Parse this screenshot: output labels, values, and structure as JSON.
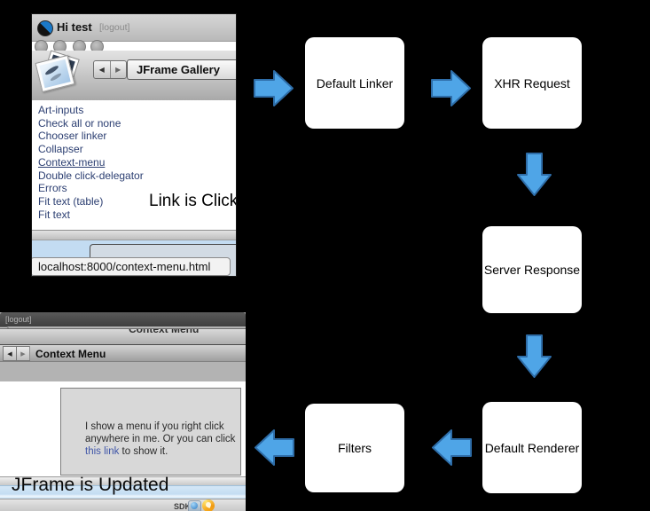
{
  "diagram": {
    "flow_boxes": [
      {
        "label": "Default Linker"
      },
      {
        "label": "XHR Request"
      },
      {
        "label": "Server Response"
      },
      {
        "label": "Default Renderer"
      },
      {
        "label": "Filters"
      }
    ],
    "link_clicked_label": "Link is Click",
    "jframe_updated_label": "JFrame is Updated",
    "colors": {
      "background": "#000000",
      "box_bg": "#ffffff",
      "box_text": "#000000",
      "arrow_fill": "#4fa5e7",
      "arrow_stroke": "#2e6da8"
    }
  },
  "top_browser": {
    "title": "Hi test",
    "logout_label": "[logout]",
    "back_glyph": "◀",
    "forward_glyph": "▶",
    "gallery_title": "JFrame Gallery",
    "links": [
      "Art-inputs",
      "Check all or none",
      "Chooser linker",
      "Collapser",
      "Context-menu",
      "Double click-delegator",
      "Errors",
      "Fit text (table)",
      "Fit text"
    ],
    "active_link": "Context-menu",
    "status_tooltip": "localhost:8000/context-menu.html",
    "colors": {
      "link": "#2b3e71",
      "tooltip_bg": "#f2f2f2",
      "selection_bar": "#c3dcf2"
    }
  },
  "bottom_browser": {
    "logout_label": "[logout]",
    "window_title": "Context Menu",
    "back_glyph": "◀",
    "forward_glyph": "▶",
    "toolbar_title": "Context Menu",
    "body_text_before_link": "I show a menu if you right click anywhere in me. Or you can click ",
    "body_link_text": "this link",
    "body_text_after_link": " to show it.",
    "sdk_label": "SDK"
  }
}
